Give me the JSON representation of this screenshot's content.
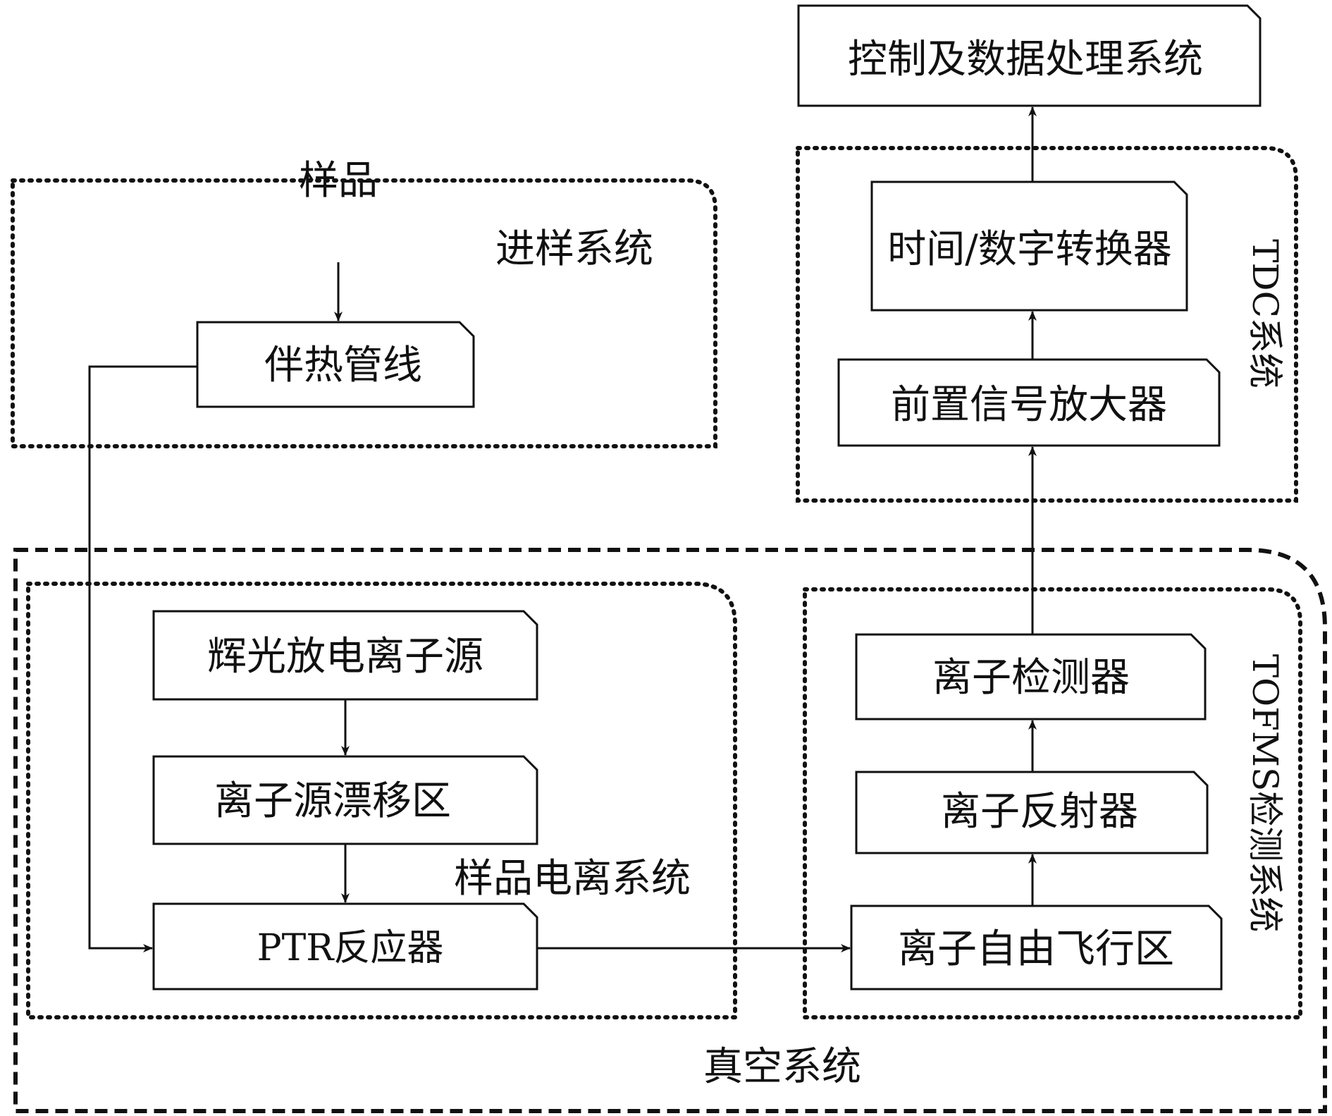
{
  "groups": {
    "sampling": "进样系统",
    "tdc": "TDC系统",
    "ionization": "样品电离系统",
    "tofms": "TOFMS检测系统",
    "vacuum": "真空系统"
  },
  "nodes": {
    "sample": "样品",
    "heated_line": "伴热管线",
    "control": "控制及数据处理系统",
    "tdc_converter": "时间/数字转换器",
    "preamp": "前置信号放大器",
    "glow_source": "辉光放电离子源",
    "drift_region": "离子源漂移区",
    "ptr_reactor": "PTR反应器",
    "detector": "离子检测器",
    "reflector": "离子反射器",
    "free_flight": "离子自由飞行区"
  }
}
